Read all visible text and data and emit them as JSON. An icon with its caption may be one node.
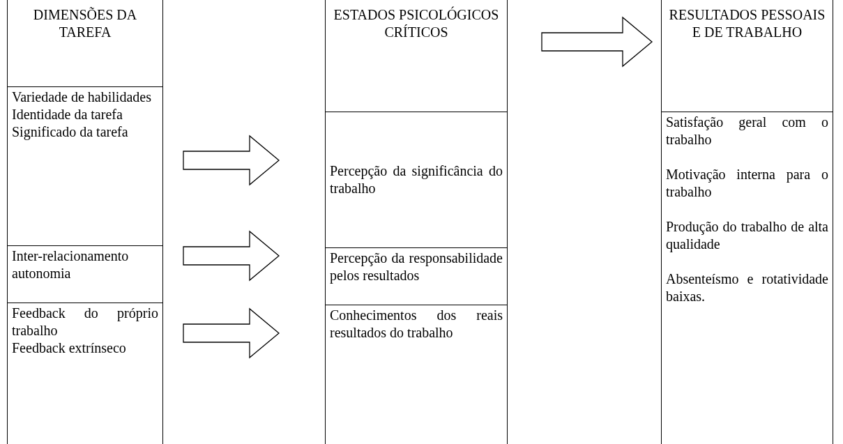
{
  "diagram": {
    "nodes": [
      {
        "text": [
          "DIMENSÕES DA TAREFA"
        ]
      },
      {
        "text": [
          "Variedade de habilidades",
          "Identidade da tarefa",
          "Significado da tarefa"
        ]
      },
      {
        "text": [
          "Inter-relacionamento",
          "autonomia"
        ]
      },
      {
        "text": [
          "Feedback do próprio trabalho",
          "Feedback extrínseco"
        ]
      },
      {
        "text": [
          "ESTADOS PSICOLÓGICOS CRÍTICOS"
        ]
      },
      {
        "text": [
          "Percepção da significância do trabalho"
        ]
      },
      {
        "text": [
          "Percepção da responsabilidade pelos resultados"
        ]
      },
      {
        "text": [
          "Conhecimentos dos reais resultados do trabalho"
        ]
      },
      {
        "text": [
          "RESULTADOS PESSOAIS E DE TRABALHO"
        ]
      },
      {
        "text": [
          "Satisfação geral com o trabalho",
          "Motivação interna para o trabalho",
          "Produção do trabalho de alta qualidade",
          "Absenteísmo e rotatividade baixas."
        ]
      }
    ],
    "edges": [
      {
        "from": 1,
        "to": 5,
        "arrow": "to"
      },
      {
        "from": 2,
        "to": 6,
        "arrow": "to"
      },
      {
        "from": 3,
        "to": 7,
        "arrow": "to"
      },
      {
        "from": 4,
        "to": 8,
        "arrow": "to"
      }
    ]
  }
}
